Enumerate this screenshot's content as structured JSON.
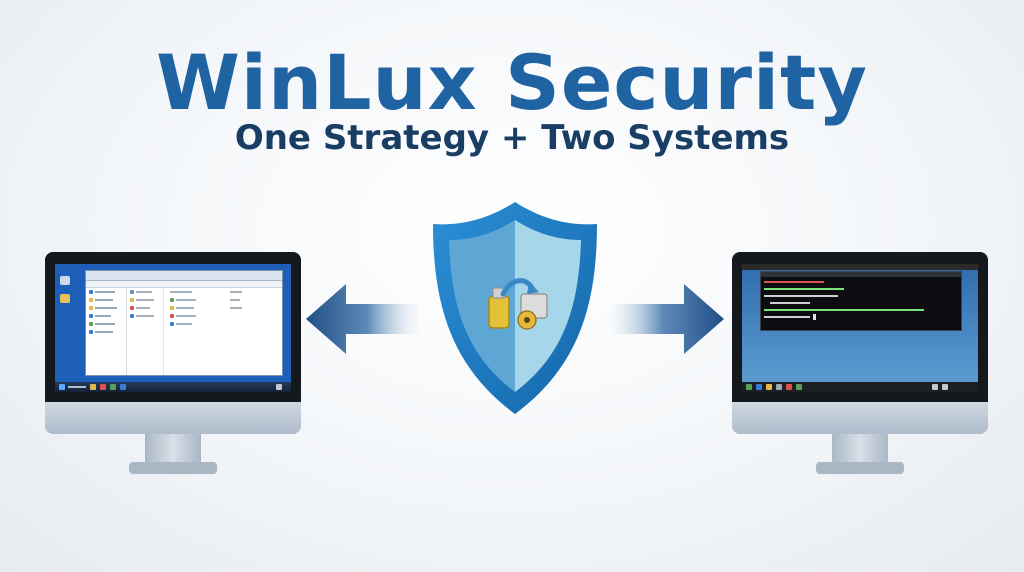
{
  "header": {
    "title": "WinLux Security",
    "subtitle": "One Strategy + Two Systems"
  },
  "colors": {
    "title": "#1f63a3",
    "subtitle": "#1a3d64",
    "shield_outer": "#1f78c1",
    "shield_inner_left": "#5ea6d4",
    "shield_inner_right": "#a6d6ea",
    "arrow": "#1f4f86"
  },
  "icons": {
    "center": "shield-icon",
    "center_inner": "usb-key-and-hardware-icon",
    "left_arrow": "arrow-left-icon",
    "right_arrow": "arrow-right-icon",
    "left_device": "windows-desktop-monitor",
    "right_device": "linux-desktop-monitor"
  }
}
